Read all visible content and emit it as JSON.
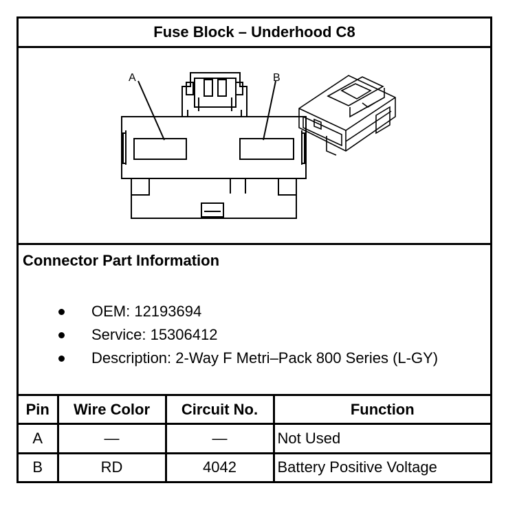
{
  "title": "Fuse Block – Underhood C8",
  "diagram": {
    "pin_a_label": "A",
    "pin_b_label": "B"
  },
  "connector_info": {
    "heading": "Connector Part Information",
    "items": [
      "OEM: 12193694",
      "Service: 15306412",
      "Description: 2-Way F Metri–Pack 800 Series (L-GY)"
    ]
  },
  "table": {
    "headers": [
      "Pin",
      "Wire Color",
      "Circuit No.",
      "Function"
    ],
    "rows": [
      {
        "pin": "A",
        "wire_color": "—",
        "circuit": "—",
        "function": "Not Used"
      },
      {
        "pin": "B",
        "wire_color": "RD",
        "circuit": "4042",
        "function": "Battery Positive Voltage"
      }
    ]
  }
}
